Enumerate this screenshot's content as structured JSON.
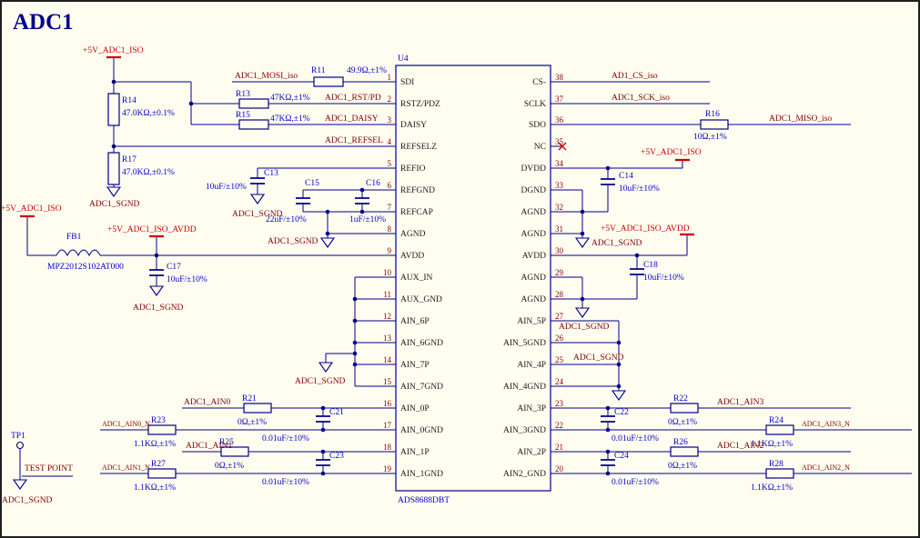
{
  "sheet": {
    "title": "ADC1"
  },
  "ic": {
    "designator": "U4",
    "part": "ADS8688DBT",
    "left_pins": [
      {
        "num": "1",
        "name": "SDI"
      },
      {
        "num": "2",
        "name": "RSTZ/PDZ"
      },
      {
        "num": "3",
        "name": "DAISY"
      },
      {
        "num": "4",
        "name": "REFSELZ"
      },
      {
        "num": "5",
        "name": "REFIO"
      },
      {
        "num": "6",
        "name": "REFGND"
      },
      {
        "num": "7",
        "name": "REFCAP"
      },
      {
        "num": "8",
        "name": "AGND"
      },
      {
        "num": "9",
        "name": "AVDD"
      },
      {
        "num": "10",
        "name": "AUX_IN"
      },
      {
        "num": "11",
        "name": "AUX_GND"
      },
      {
        "num": "12",
        "name": "AIN_6P"
      },
      {
        "num": "13",
        "name": "AIN_6GND"
      },
      {
        "num": "14",
        "name": "AIN_7P"
      },
      {
        "num": "15",
        "name": "AIN_7GND"
      },
      {
        "num": "16",
        "name": "AIN_0P"
      },
      {
        "num": "17",
        "name": "AIN_0GND"
      },
      {
        "num": "18",
        "name": "AIN_1P"
      },
      {
        "num": "19",
        "name": "AIN_1GND"
      }
    ],
    "right_pins": [
      {
        "num": "38",
        "name": "CS-"
      },
      {
        "num": "37",
        "name": "SCLK"
      },
      {
        "num": "36",
        "name": "SDO"
      },
      {
        "num": "35",
        "name": "NC"
      },
      {
        "num": "34",
        "name": "DVDD"
      },
      {
        "num": "33",
        "name": "DGND"
      },
      {
        "num": "32",
        "name": "AGND"
      },
      {
        "num": "31",
        "name": "AGND"
      },
      {
        "num": "30",
        "name": "AVDD"
      },
      {
        "num": "29",
        "name": "AGND"
      },
      {
        "num": "28",
        "name": "AGND"
      },
      {
        "num": "27",
        "name": "AIN_5P"
      },
      {
        "num": "26",
        "name": "AIN_5GND"
      },
      {
        "num": "25",
        "name": "AIN_4P"
      },
      {
        "num": "24",
        "name": "AIN_4GND"
      },
      {
        "num": "23",
        "name": "AIN_3P"
      },
      {
        "num": "22",
        "name": "AIN_3GND"
      },
      {
        "num": "21",
        "name": "AIN_2P"
      },
      {
        "num": "20",
        "name": "AIN2_GND"
      }
    ]
  },
  "resistors": {
    "R11": {
      "ref": "R11",
      "value": "49.9Ω,±1%"
    },
    "R13": {
      "ref": "R13",
      "value": "47KΩ,±1%"
    },
    "R14": {
      "ref": "R14",
      "value": "47.0KΩ,±0.1%"
    },
    "R15": {
      "ref": "R15",
      "value": "47KΩ,±1%"
    },
    "R16": {
      "ref": "R16",
      "value": "10Ω,±1%"
    },
    "R17": {
      "ref": "R17",
      "value": "47.0KΩ,±0.1%"
    },
    "R21": {
      "ref": "R21",
      "value": "0Ω,±1%"
    },
    "R22": {
      "ref": "R22",
      "value": "0Ω,±1%"
    },
    "R23": {
      "ref": "R23",
      "value": "1.1KΩ,±1%"
    },
    "R24": {
      "ref": "R24",
      "value": "1.1KΩ,±1%"
    },
    "R25": {
      "ref": "R25",
      "value": "0Ω,±1%"
    },
    "R26": {
      "ref": "R26",
      "value": "0Ω,±1%"
    },
    "R27": {
      "ref": "R27",
      "value": "1.1KΩ,±1%"
    },
    "R28": {
      "ref": "R28",
      "value": "1.1KΩ,±1%"
    }
  },
  "capacitors": {
    "C13": {
      "ref": "C13",
      "value": "10uF/±10%"
    },
    "C14": {
      "ref": "C14",
      "value": "10uF/±10%"
    },
    "C15": {
      "ref": "C15",
      "value": "22uF/±10%"
    },
    "C16": {
      "ref": "C16",
      "value": "1uF/±10%"
    },
    "C17": {
      "ref": "C17",
      "value": "10uF/±10%"
    },
    "C18": {
      "ref": "C18",
      "value": "10uF/±10%"
    },
    "C21": {
      "ref": "C21",
      "value": "0.01uF/±10%"
    },
    "C22": {
      "ref": "C22",
      "value": "0.01uF/±10%"
    },
    "C23": {
      "ref": "C23",
      "value": "0.01uF/±10%"
    },
    "C24": {
      "ref": "C24",
      "value": "0.01uF/±10%"
    }
  },
  "ferrite_bead": {
    "ref": "FB1",
    "value": "MPZ2012S102AT000"
  },
  "test_point": {
    "ref": "TP1",
    "comment": "TEST POINT"
  },
  "nets": {
    "mosi": "ADC1_MOSI_iso",
    "rst": "ADC1_RST/PD",
    "daisy": "ADC1_DAISY",
    "refsel": "ADC1_REFSEL",
    "cs": "AD1_CS_iso",
    "sck": "ADC1_SCK_iso",
    "miso": "ADC1_MISO_iso",
    "ain0": "ADC1_AIN0",
    "ain0n": "ADC1_AIN0_N",
    "ain1": "ADC1_AIN1",
    "ain1n": "ADC1_AIN1_N",
    "ain2": "ADC1_AIN2",
    "ain2n": "ADC1_AIN2_N",
    "ain3": "ADC1_AIN3",
    "ain3n": "ADC1_AIN3_N",
    "sgnd": "ADC1_SGND"
  },
  "power": {
    "p5v_iso": "+5V_ADC1_ISO",
    "p5v_iso_avdd": "+5V_ADC1_ISO_AVDD"
  },
  "colors": {
    "background": "#FFFDF0",
    "wire": "#00008B",
    "designator": "#0000CD",
    "net_label": "#800000",
    "power_label": "#CC0000",
    "pin_number": "#8B0000"
  }
}
